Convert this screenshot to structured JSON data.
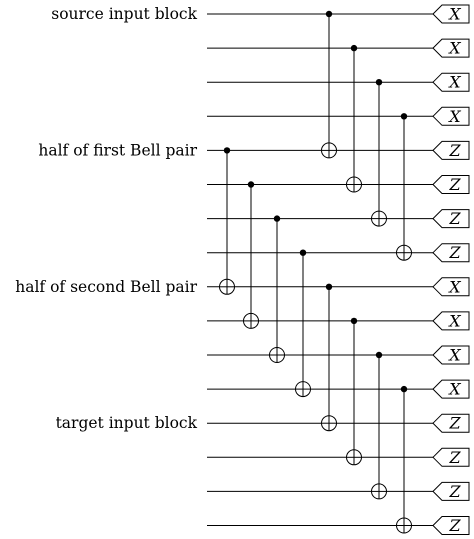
{
  "diagram": {
    "type": "quantum-circuit",
    "labels": [
      {
        "wire": 0,
        "text": "source input block"
      },
      {
        "wire": 4,
        "text": "half of first Bell pair"
      },
      {
        "wire": 8,
        "text": "half of second Bell pair"
      },
      {
        "wire": 12,
        "text": "target input block"
      }
    ],
    "measurements": [
      "X",
      "X",
      "X",
      "X",
      "Z",
      "Z",
      "Z",
      "Z",
      "X",
      "X",
      "X",
      "X",
      "Z",
      "Z",
      "Z",
      "Z"
    ],
    "cnot_layers": [
      [
        [
          0,
          4
        ],
        [
          4,
          8
        ],
        [
          8,
          12
        ]
      ],
      [
        [
          1,
          5
        ],
        [
          5,
          9
        ],
        [
          9,
          13
        ]
      ],
      [
        [
          2,
          6
        ],
        [
          6,
          10
        ],
        [
          10,
          14
        ]
      ],
      [
        [
          3,
          7
        ],
        [
          7,
          11
        ],
        [
          11,
          15
        ]
      ]
    ]
  }
}
